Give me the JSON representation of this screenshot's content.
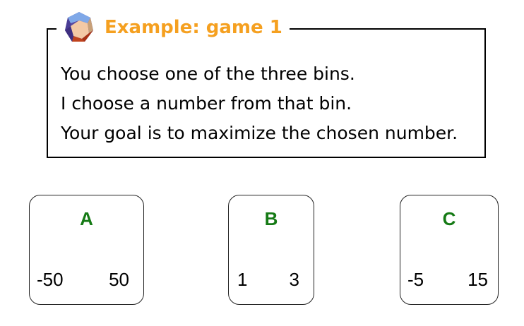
{
  "example": {
    "title": "Example: game 1",
    "lines": [
      "You choose one of the three bins.",
      "I choose a number from that bin.",
      "Your goal is to maximize the chosen number."
    ],
    "icon": "dodecahedron-icon",
    "title_color": "#f5a020"
  },
  "bins": [
    {
      "label": "A",
      "low": "-50",
      "high": "50"
    },
    {
      "label": "B",
      "low": "1",
      "high": "3"
    },
    {
      "label": "C",
      "low": "-5",
      "high": "15"
    }
  ],
  "label_color": "#157a15"
}
